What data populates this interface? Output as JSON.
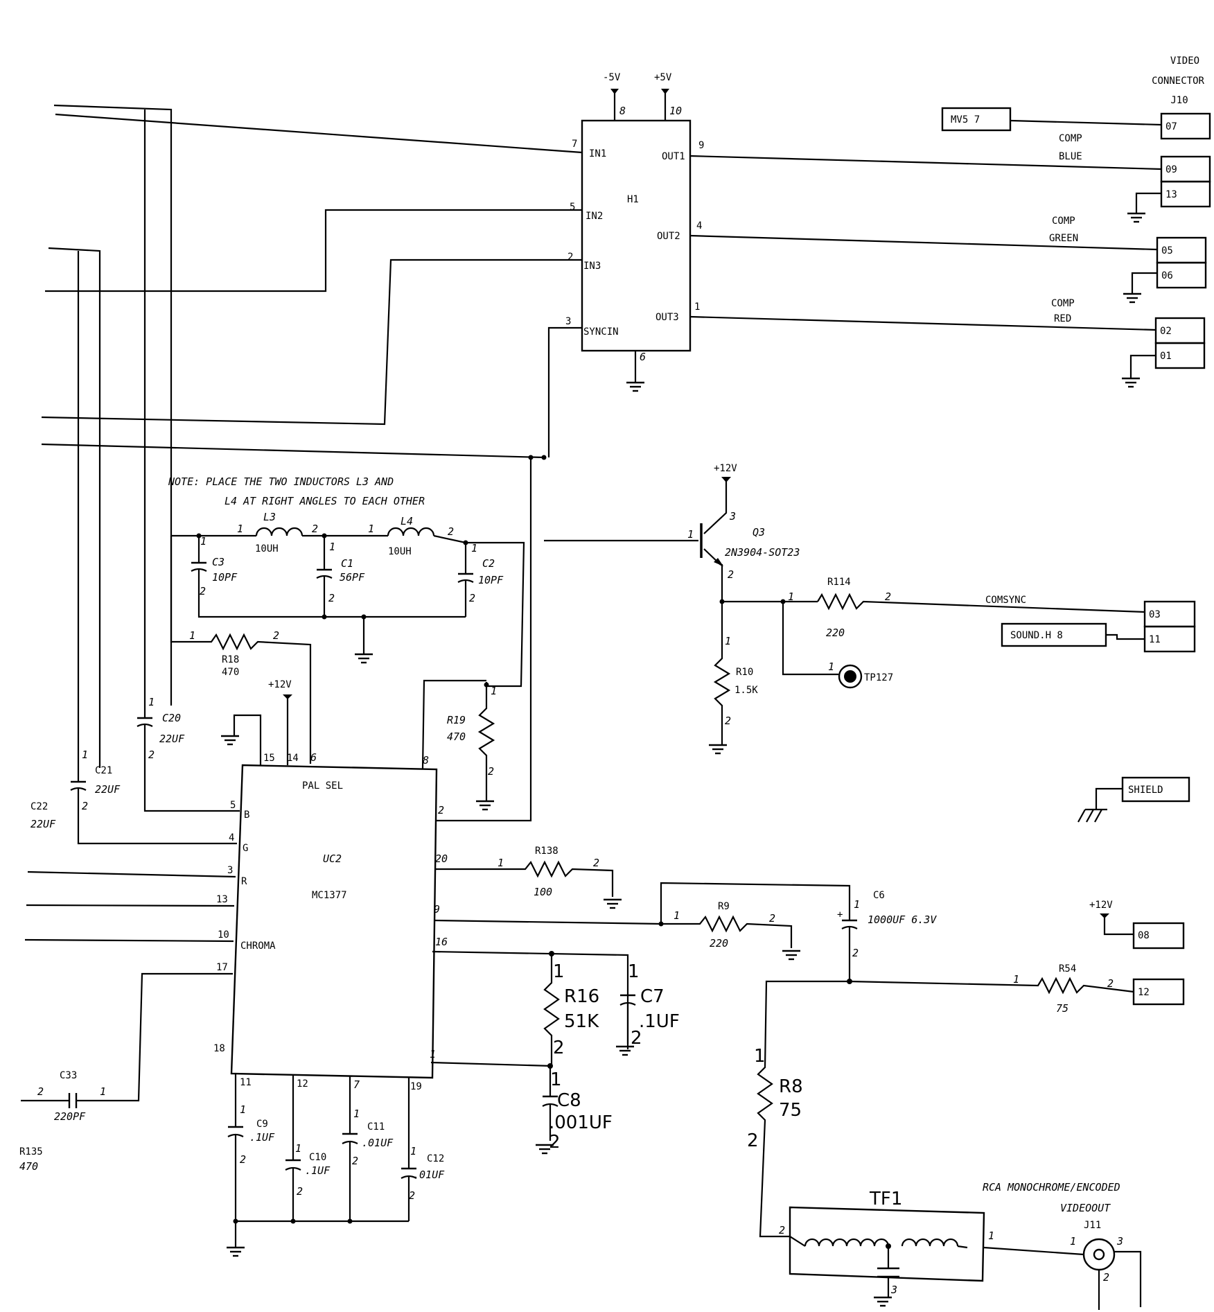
{
  "header": {
    "video_connector": [
      "VIDEO",
      "CONNECTOR",
      "J10"
    ]
  },
  "h1": {
    "name": "H1",
    "supply_neg": "-5V",
    "supply_pos": "+5V",
    "pin_neg": "8",
    "pin_pos": "10",
    "pin_gnd": "6",
    "inputs": [
      {
        "label": "IN1",
        "pin": "7"
      },
      {
        "label": "IN2",
        "pin": "5"
      },
      {
        "label": "IN3",
        "pin": "2"
      },
      {
        "label": "SYNCIN",
        "pin": "3"
      }
    ],
    "outputs": [
      {
        "label": "OUT1",
        "pin": "9"
      },
      {
        "label": "OUT2",
        "pin": "4"
      },
      {
        "label": "OUT3",
        "pin": "1"
      }
    ]
  },
  "signals": {
    "blue": [
      "COMP",
      "BLUE"
    ],
    "green": [
      "COMP",
      "GREEN"
    ],
    "red": [
      "COMP",
      "RED"
    ],
    "comsync": "COMSYNC",
    "mv5": "MV5 7",
    "sound": "SOUND.H 8",
    "shield": "SHIELD"
  },
  "j10_pins": [
    "07",
    "09",
    "13",
    "05",
    "06",
    "02",
    "01",
    "03",
    "11",
    "08",
    "12"
  ],
  "note": [
    "NOTE: PLACE THE TWO INDUCTORS L3 AND",
    "L4 AT RIGHT ANGLES TO EACH OTHER"
  ],
  "q3": {
    "ref": "Q3",
    "part": "2N3904-SOT23",
    "supply": "+12V"
  },
  "uc2": {
    "labels": [
      "PAL SEL",
      "UC2",
      "MC1377"
    ],
    "supply": "+12V",
    "left_pins": [
      {
        "label": "B",
        "pin": "5"
      },
      {
        "label": "G",
        "pin": "4"
      },
      {
        "label": "R",
        "pin": "3"
      },
      {
        "label": "",
        "pin": "13"
      },
      {
        "label": "CHROMA",
        "pin": "10"
      },
      {
        "label": "",
        "pin": "17"
      },
      {
        "label": "",
        "pin": "18"
      }
    ],
    "top_pins": [
      "15",
      "14",
      "6",
      "8"
    ],
    "right_pins": [
      "2",
      "20",
      "9",
      "16",
      "1"
    ],
    "bottom_pins": [
      "11",
      "12",
      "7",
      "19"
    ]
  },
  "components": {
    "L3": {
      "ref": "L3",
      "value": "10UH"
    },
    "L4": {
      "ref": "L4",
      "value": "10UH"
    },
    "C3": {
      "ref": "C3",
      "value": "10PF"
    },
    "C1": {
      "ref": "C1",
      "value": "56PF"
    },
    "C2": {
      "ref": "C2",
      "value": "10PF"
    },
    "R18": {
      "ref": "R18",
      "value": "470"
    },
    "R19": {
      "ref": "R19",
      "value": "470"
    },
    "C20": {
      "ref": "C20",
      "value": "22UF"
    },
    "C21": {
      "ref": "C21",
      "value": "22UF"
    },
    "C22": {
      "ref": "C22",
      "value": "22UF"
    },
    "C33": {
      "ref": "C33",
      "value": "220PF"
    },
    "R135": {
      "ref": "R135",
      "value": "470"
    },
    "R114": {
      "ref": "R114",
      "value": "220"
    },
    "R10": {
      "ref": "R10",
      "value": "1.5K"
    },
    "TP127": {
      "ref": "TP127"
    },
    "R138": {
      "ref": "R138",
      "value": "100"
    },
    "R9": {
      "ref": "R9",
      "value": "220"
    },
    "C6": {
      "ref": "C6",
      "value": "1000UF 6.3V"
    },
    "R16": {
      "ref": "R16",
      "value": "51K"
    },
    "C7": {
      "ref": "C7",
      "value": ".1UF"
    },
    "C8": {
      "ref": "C8",
      "value": ".001UF"
    },
    "C9": {
      "ref": "C9",
      "value": ".1UF"
    },
    "C10": {
      "ref": "C10",
      "value": ".1UF"
    },
    "C11": {
      "ref": "C11",
      "value": ".01UF"
    },
    "C12": {
      "ref": "C12",
      "value": ".01UF"
    },
    "R54": {
      "ref": "R54",
      "value": "75"
    },
    "R8": {
      "ref": "R8",
      "value": "75"
    },
    "TF1": {
      "ref": "TF1"
    },
    "plus12v": "+12V"
  },
  "rca": {
    "lines": [
      "RCA MONOCHROME/ENCODED",
      "VIDEOOUT"
    ],
    "ref": "J11"
  }
}
